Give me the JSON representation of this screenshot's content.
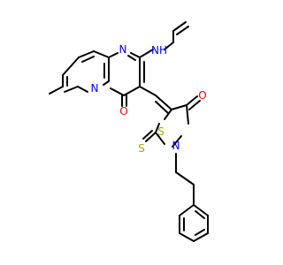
{
  "atoms": {
    "ring_n_top": "N",
    "ring_n_bridge": "N",
    "nh": "NH",
    "keto_o_left": "O",
    "thiazolidine_s": "S",
    "thiazolidine_n": "N",
    "keto_o_right": "O",
    "thione_s": "S"
  },
  "colors": {
    "bond": "#000000",
    "nitrogen": "#0000ff",
    "oxygen": "#ff0000",
    "sulfur": "#b8a000",
    "background": "#ffffff"
  }
}
